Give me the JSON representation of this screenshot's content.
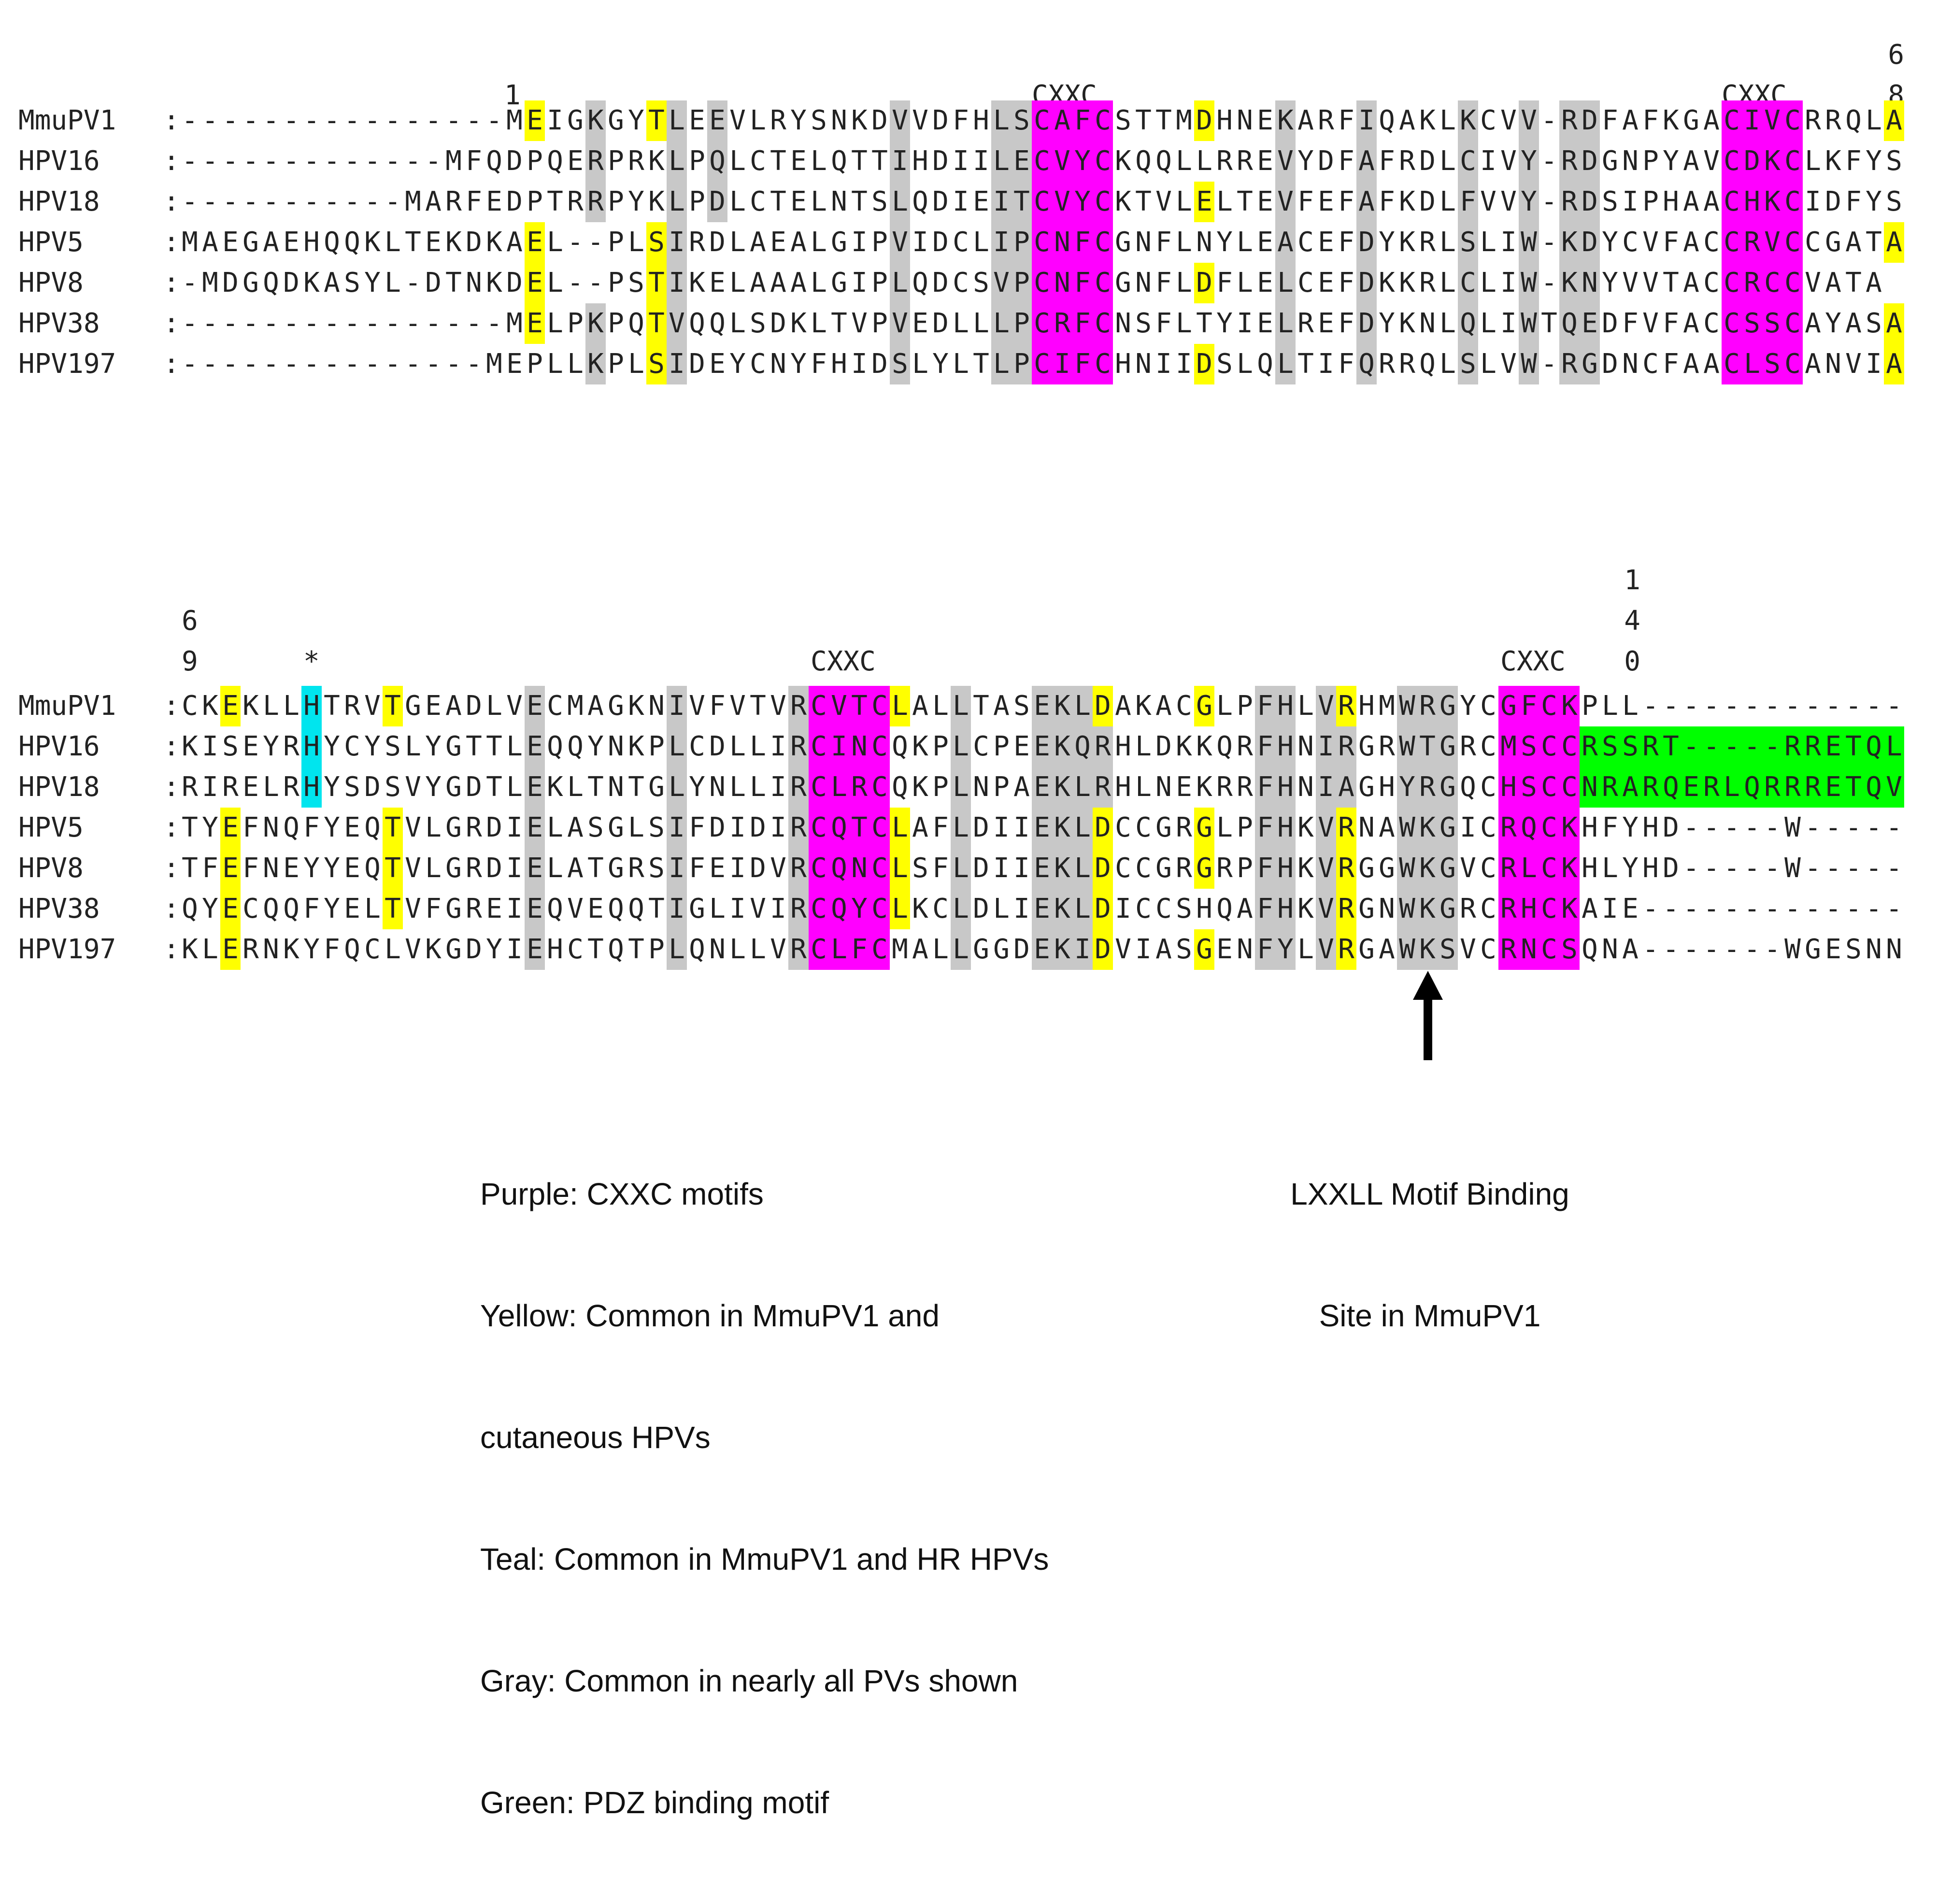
{
  "blocks": [
    {
      "rows": [
        {
          "name": "MmuPV1",
          "seq": "----------------MEIGKGYTLEEVLRYSNKDVVDFHLSCAFCSTTMDHNEKARFIQAKLKCVV-RDFAFKGACIVCRRQLA"
        },
        {
          "name": "HPV16",
          "seq": "-------------MFQDPQERPRKLPQLCTELQTTIHDIILECVYCKQQLLRREVYDFAFRDLCIVY-RDGNPYAVCDKCLKFYS"
        },
        {
          "name": "HPV18",
          "seq": "-----------MARFEDPTRRPYKLPDLCTELNTSLQDIEITCVYCKTVLELTEVFEFAFKDLFVVY-RDSIPHAACHKCIDFYS"
        },
        {
          "name": "HPV5",
          "seq": "MAEGAEHQQKLTEKDKAEL--PLSIRDLAEALGIPVIDCLIPCNFCGNFLNYLEACEFDYKRLSLIW-KDYCVFACCRVCCGATA"
        },
        {
          "name": "HPV8",
          "seq": "-MDGQDKASYL-DTNKDEL--PSTIKELAAALGIPLQDCSVPCNFCGNFLDFLELCEFDKKRLCLIW-KNYVVTACCRCCVATA"
        },
        {
          "name": "HPV38",
          "seq": "----------------MELPKPQTVQQLSDKLTVPVEDLLLPCRFCNSFLTYIELREFDYKNLQLIWTQEDFVFACCSSCAYASA"
        },
        {
          "name": "HPV197",
          "seq": "---------------MEPLLKPLSIDEYCNYFHIDSLYLTLPCIFCHNIIDSLQLTIFQRRQLSLVW-RGDNCFAACLSCANVIA"
        }
      ],
      "ruler": [
        {
          "col": 16,
          "text": "1"
        },
        {
          "col": 42,
          "text": "CXXC"
        },
        {
          "col": 76,
          "text": "CXXC"
        },
        {
          "col": 84,
          "text": "6"
        },
        {
          "col": 84,
          "text": "8"
        }
      ]
    },
    {
      "rows": [
        {
          "name": "MmuPV1",
          "seq": "CKEKLLHTRVTGEADLVECMAGKNIVFVTVRCVTCLALLTASEKLDAKACGLPFHLVRHMWRGYCGFCKPLL-------------"
        },
        {
          "name": "HPV16",
          "seq": "KISEYRHYCYSLYGTTLEQQYNKPLCDLLIRCINCQKPLCPEEKQRHLDKKQRFHNIRGRWTGRCMSCCRSSRT-----RRETQL"
        },
        {
          "name": "HPV18",
          "seq": "RIRELRHYSDSVYGDTLEKLTNTGLYNLLIRCLRCQKPLNPAEKLRHLNEKRRFHNIAGHYRGQCHSCCNRARQERLQRRRETQV"
        },
        {
          "name": "HPV5",
          "seq": "TYEFNQFYEQTVLGRDIELASGLSIFDIDIRCQTCLAFLDIIEKLDCCGRGLPFHKVRNAWKGICRQCKHFYHD-----W-----"
        },
        {
          "name": "HPV8",
          "seq": "TFEFNEYYEQTVLGRDIELATGRSIFEIDVRCQNCLSFLDIIEKLDCCGRGRPFHKVRGGWKGVCRLCKHLYHD-----W-----"
        },
        {
          "name": "HPV38",
          "seq": "QYECQQFYELTVFGREIEQVEQQTIGLIVIRCQYCLKCLDLIEKLDICCSHQAFHKVRGNWKGRCRHCKAIE-------------"
        },
        {
          "name": "HPV197",
          "seq": "KLERNKYFQCLVKGDYIEHCTQTPLQNLLVRCLFCMALLGGDEKIDVIASGENFYLVRGAWKSVCRNCSQNA-------WGESNN"
        }
      ],
      "ruler": [
        {
          "col": 0,
          "text": "6"
        },
        {
          "col": 0,
          "text": "9"
        },
        {
          "col": 6,
          "text": "*"
        },
        {
          "col": 31,
          "text": "CXXC"
        },
        {
          "col": 65,
          "text": "CXXC"
        },
        {
          "col": 71,
          "text": "1"
        },
        {
          "col": 71,
          "text": "4"
        },
        {
          "col": 71,
          "text": "0"
        }
      ]
    }
  ],
  "legend": [
    "Purple: CXXC motifs",
    "Yellow: Common in MmuPV1 and",
    "cutaneous HPVs",
    "Teal: Common in MmuPV1 and HR HPVs",
    "Gray: Common in nearly all PVs shown",
    "Green: PDZ binding motif"
  ],
  "arrow_caption": [
    "LXXLL Motif Binding",
    "Site in MmuPV1"
  ],
  "colors": {
    "purple": "#ff00ff",
    "yellow": "#ffff00",
    "teal": "#00e5ee",
    "gray": "#c8c8c8",
    "green": "#00ff00",
    "text": "#222222"
  }
}
